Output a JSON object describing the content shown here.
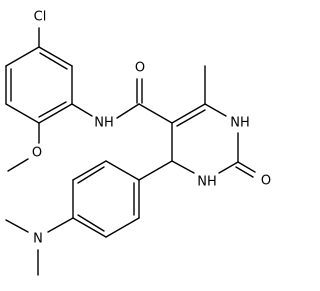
{
  "labels": {
    "chlorine": "Cl",
    "amide_nh": "NH",
    "amide_o": "O",
    "methoxy_o": "O",
    "ring_nh_upper": "NH",
    "ring_nh_lower": "NH",
    "urea_o": "O",
    "dimethylamino_n": "N"
  }
}
